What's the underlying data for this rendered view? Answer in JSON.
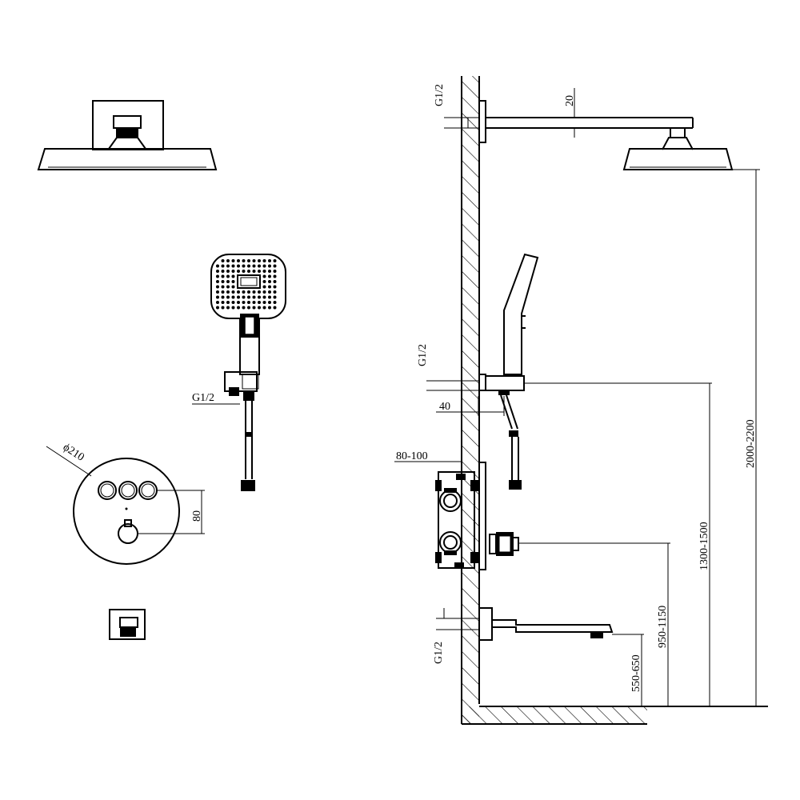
{
  "dimensions": {
    "thread_top": "G1/2",
    "arm_height": "20",
    "thread_hand": "G1/2",
    "bracket_depth": "40",
    "box_depth": "80-100",
    "thread_bottom": "G1/2",
    "thread_front": "G1/2",
    "plate_diameter": "ϕ210",
    "button_spacing": "80",
    "height_spout": "550-650",
    "height_valve": "950-1150",
    "height_hand": "1300-1500",
    "height_rain": "2000-2200"
  },
  "colors": {
    "line": "#000000",
    "background": "#ffffff"
  }
}
